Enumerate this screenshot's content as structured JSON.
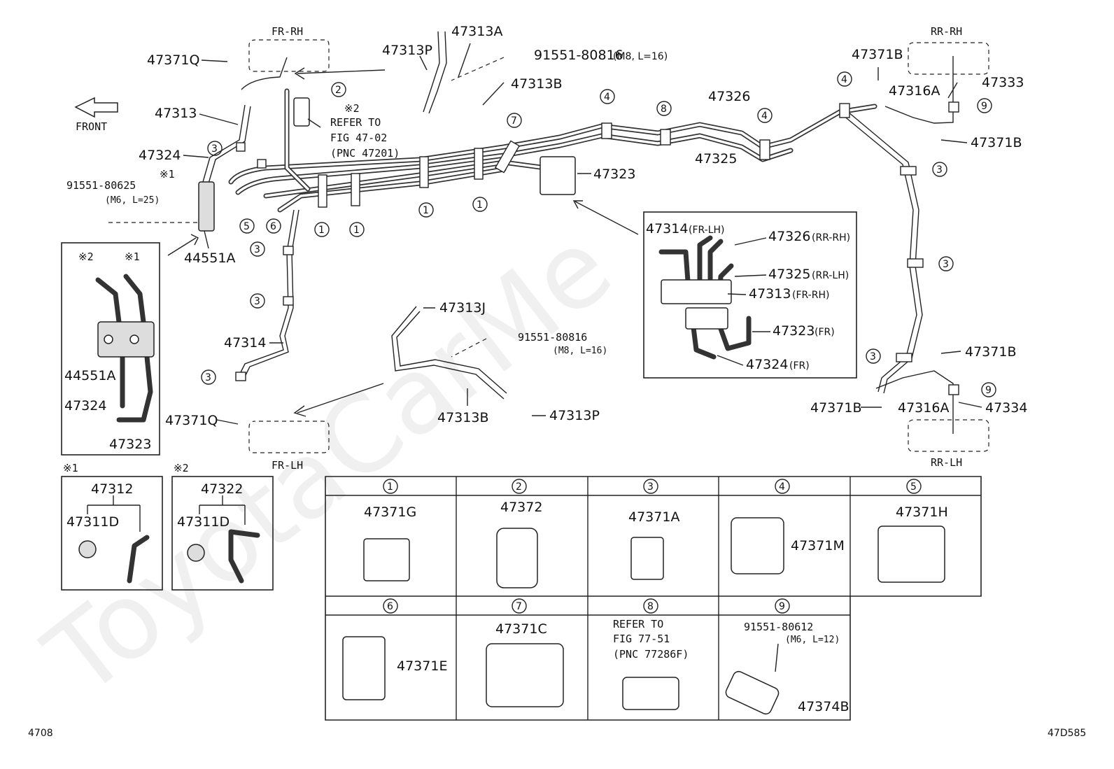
{
  "watermark": "ToyotaCarMe",
  "front_label": "FRONT",
  "zones": {
    "fr_rh": "FR-RH",
    "fr_lh": "FR-LH",
    "rr_rh": "RR-RH",
    "rr_lh": "RR-LH"
  },
  "parts": {
    "p47371Q_top": "47371Q",
    "p47313P_top": "47313P",
    "p47313A": "47313A",
    "bolt_top": "91551-80816",
    "bolt_top_spec": "(M8, L=16)",
    "p47313B_top": "47313B",
    "p47313": "47313",
    "refer_note_mark": "※2",
    "refer_line1": "REFER TO",
    "refer_line2": "FIG 47-02",
    "refer_line3": "(PNC 47201)",
    "p47324": "47324",
    "mark1": "※1",
    "bolt_left": "91551-80625",
    "bolt_left_spec": "(M6, L=25)",
    "p44551A": "44551A",
    "p47326": "47326",
    "p47325": "47325",
    "p47323": "47323",
    "p47371B_a": "47371B",
    "p47316A_a": "47316A",
    "p47333": "47333",
    "p47371B_b": "47371B",
    "p47314": "47314",
    "p47313J": "47313J",
    "bolt_mid": "91551-80816",
    "bolt_mid_spec": "(M8, L=16)",
    "p47313B_mid": "47313B",
    "p47313P_mid": "47313P",
    "p47371Q_bot": "47371Q",
    "p47371B_c": "47371B",
    "p47371B_d": "47371B",
    "p47316A_b": "47316A",
    "p47334": "47334",
    "footer_left": "4708",
    "footer_right": "47D585"
  },
  "inset_junction": {
    "p47314": "47314",
    "p47314_loc": "(FR-LH)",
    "p47326": "47326",
    "p47326_loc": "(RR-RH)",
    "p47325": "47325",
    "p47325_loc": "(RR-LH)",
    "p47313": "47313",
    "p47313_loc": "(FR-RH)",
    "p47323": "47323",
    "p47323_loc": "(FR)",
    "p47324": "47324",
    "p47324_loc": "(FR)"
  },
  "inset_block": {
    "mark2": "※2",
    "mark1": "※1",
    "p44551A": "44551A",
    "p47324": "47324",
    "p47323": "47323"
  },
  "inset_x1": {
    "mark": "※1",
    "assy": "47312",
    "sub": "47311D"
  },
  "inset_x2": {
    "mark": "※2",
    "assy": "47322",
    "sub": "47311D"
  },
  "clamp_table": [
    {
      "index": "1",
      "part": "47371G"
    },
    {
      "index": "2",
      "part": "47372"
    },
    {
      "index": "3",
      "part": "47371A"
    },
    {
      "index": "4",
      "part": "47371M"
    },
    {
      "index": "5",
      "part": "47371H"
    },
    {
      "index": "6",
      "part": "47371E"
    },
    {
      "index": "7",
      "part": "47371C"
    },
    {
      "index": "8",
      "part": "",
      "note_line1": "REFER TO",
      "note_line2": "FIG 77-51",
      "note_line3": "(PNC 77286F)"
    },
    {
      "index": "9",
      "part": "47374B",
      "bolt": "91551-80612",
      "bolt_spec": "(M6, L=12)"
    }
  ],
  "callouts": {
    "c1": "1",
    "c2": "2",
    "c3": "3",
    "c4": "4",
    "c5": "5",
    "c6": "6",
    "c7": "7",
    "c8": "8",
    "c9": "9"
  }
}
